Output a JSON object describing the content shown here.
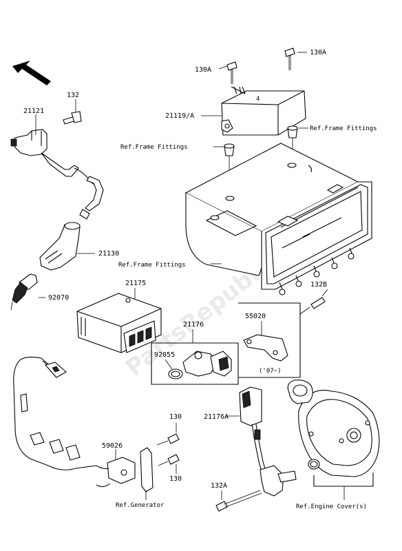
{
  "watermark": "PartsRepublik",
  "parts": {
    "p132": "132",
    "p21121": "21121",
    "p21130": "21130",
    "p92070": "92070",
    "p130A_left": "130A",
    "p130A_right": "130A",
    "p21119A": "21119/A",
    "p21175": "21175",
    "p21176": "21176",
    "p92055": "92055",
    "p55020": "55020",
    "p132B": "132B",
    "p21176A": "21176A",
    "p130_upper": "130",
    "p130_lower": "130",
    "p59026": "59026",
    "p132A": "132A"
  },
  "refs": {
    "frame_fittings_right": "Ref.Frame Fittings",
    "frame_fittings_left": "Ref.Frame Fittings",
    "frame_fittings_bottom": "Ref.Frame Fittings",
    "generator": "Ref.Generator",
    "engine_cover": "Ref.Engine Cover(s)",
    "year_note": "('07~)"
  },
  "icons": {
    "direction_arrow": "front-direction-arrow"
  }
}
